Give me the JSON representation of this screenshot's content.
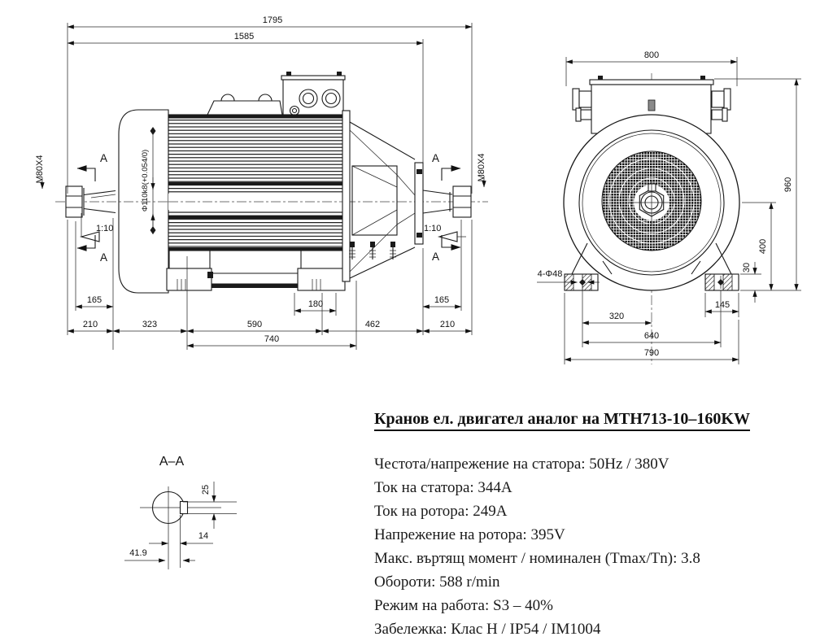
{
  "colors": {
    "line": "#1a1a1a",
    "background": "#ffffff"
  },
  "drawing": {
    "side_view": {
      "dim_overall": "1795",
      "dim_body": "1585",
      "thread_left": "M80X4",
      "thread_right": "M80X4",
      "shaft_dia": "Φ110k8(+0.054/0)",
      "taper_left": "1:10",
      "taper_right": "1:10",
      "section_letter": "A",
      "dim_165_left": "165",
      "dim_180": "180",
      "dim_165_right": "165",
      "dim_210_left": "210",
      "dim_323": "323",
      "dim_590": "590",
      "dim_462": "462",
      "dim_210_right": "210",
      "dim_740": "740"
    },
    "front_view": {
      "dim_800": "800",
      "dim_960": "960",
      "dim_400": "400",
      "dim_30": "30",
      "dim_145": "145",
      "dim_320": "320",
      "dim_640": "640",
      "dim_790": "790",
      "holes_label": "4-Φ48"
    },
    "section_view": {
      "title": "A–A",
      "dim_25": "25",
      "dim_14": "14",
      "dim_41_9": "41.9"
    }
  },
  "specs": {
    "title": "Кранов ел. двигател аналог на MTH713-10–160KW",
    "lines": [
      "Честота/напрежение на статора: 50Hz / 380V",
      "Ток на статора: 344A",
      "Ток на ротора: 249A",
      "Напрежение на ротора: 395V",
      "Макс. въртящ момент / номинален (Tmax/Tn): 3.8",
      "Обороти: 588 r/min",
      "Режим на работа: S3 – 40%",
      "Забележка: Клас H / IP54 / IM1004"
    ]
  }
}
